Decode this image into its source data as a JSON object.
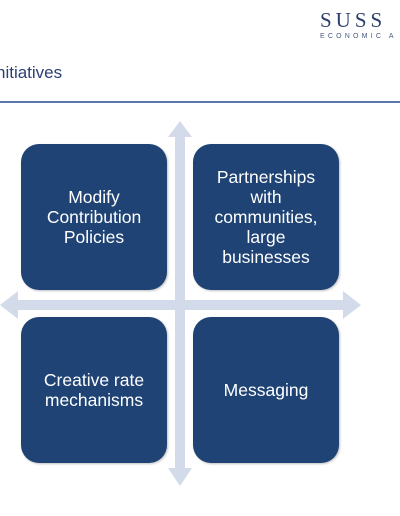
{
  "header": {
    "logo_main": "SUSS",
    "logo_sub": "ECONOMIC A"
  },
  "slide": {
    "title": "nitiatives"
  },
  "quadrants": {
    "top_left": "Modify\nContribution\nPolicies",
    "top_right": "Partnerships\nwith\ncommunities,\nlarge\nbusinesses",
    "bottom_left": "Creative rate\nmechanisms",
    "bottom_right": "Messaging"
  },
  "colors": {
    "box_fill": "#1f4374",
    "arrow_fill": "#d3dbea",
    "title_text": "#2b3f74",
    "rule": "#5a78b0"
  }
}
